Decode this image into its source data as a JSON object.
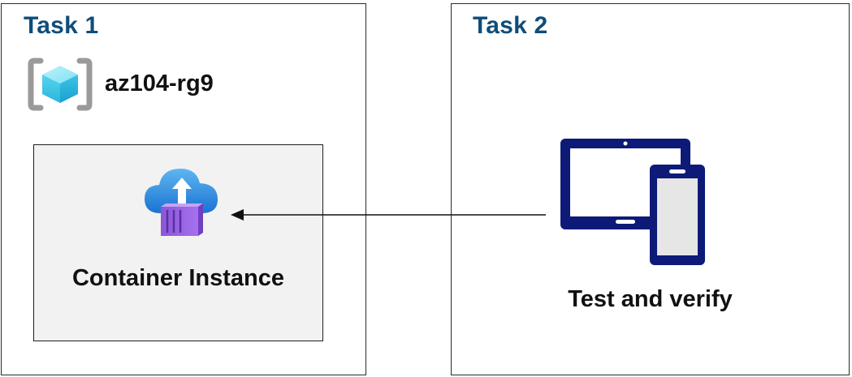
{
  "task1": {
    "title": "Task 1",
    "resource_group": {
      "label": "az104-rg9",
      "icon": "resource-group-icon"
    },
    "service": {
      "label": "Container Instance",
      "icon": "container-instance-icon"
    }
  },
  "task2": {
    "title": "Task 2",
    "device": {
      "label": "Test and verify",
      "icon": "tablet-phone-icon"
    }
  },
  "colors": {
    "title": "#0f4d7a",
    "device": "#0d1a78",
    "box_fill": "#f2f2f2"
  }
}
